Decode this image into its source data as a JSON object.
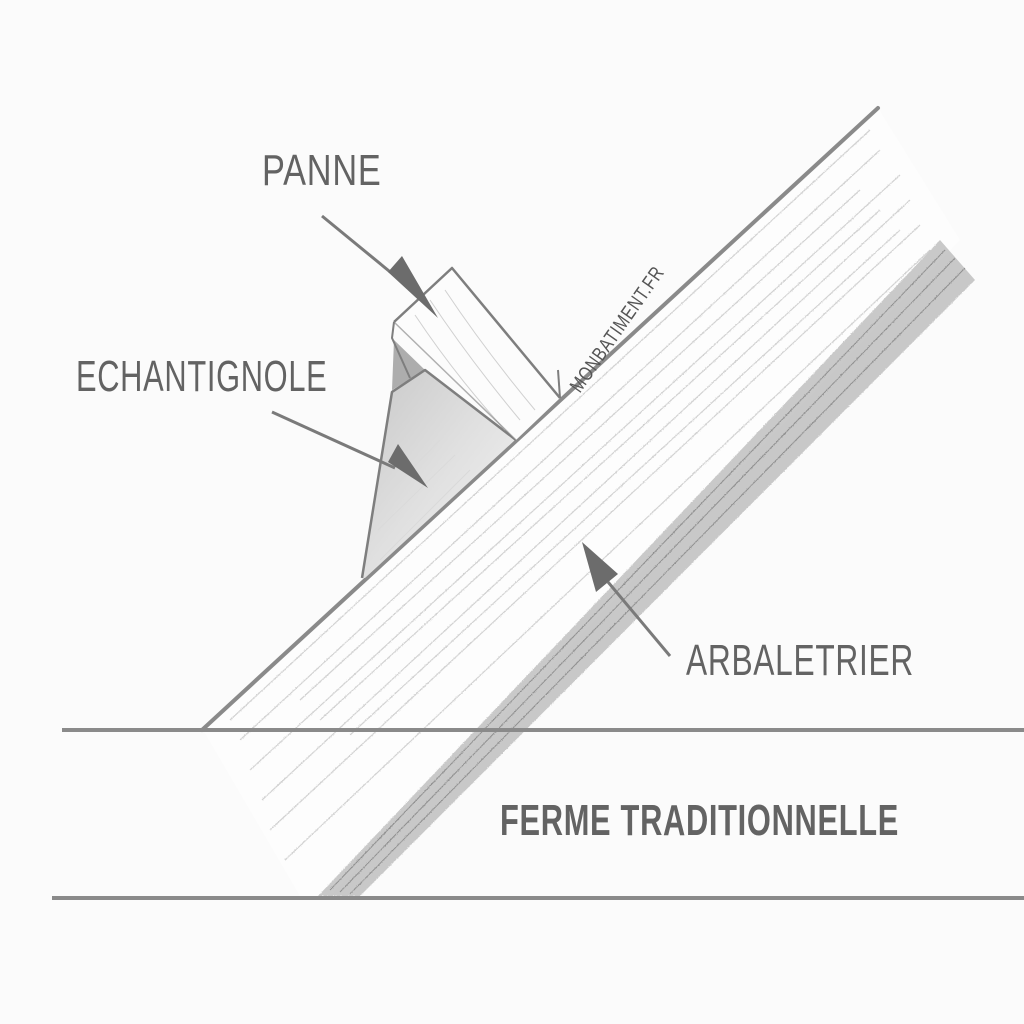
{
  "diagram": {
    "title": "FERME TRADITIONNELLE",
    "watermark": "MONBATIMENT.FR",
    "labels": {
      "panne": "PANNE",
      "echantignole": "ECHANTIGNOLE",
      "arbaletrier": "ARBALETRIER"
    },
    "colors": {
      "background": "#fbfbfb",
      "line": "#8a8a8a",
      "text": "#636363",
      "shade": "#9a9a9a"
    }
  }
}
